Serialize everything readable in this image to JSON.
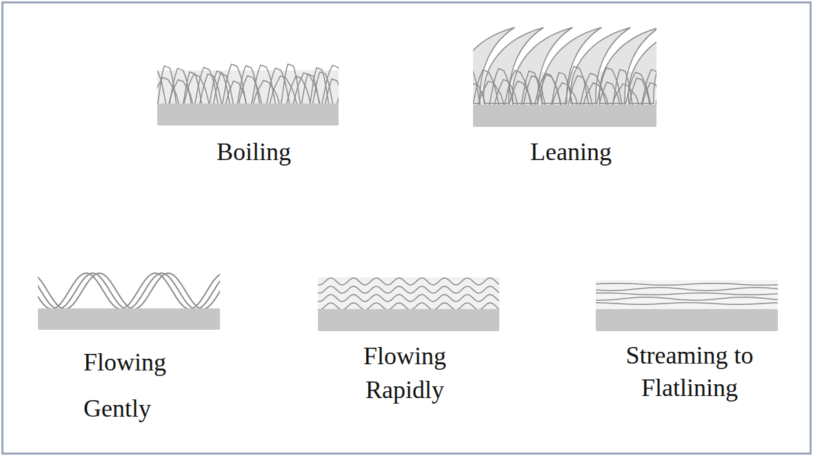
{
  "diagram": {
    "labels": [
      "Boiling",
      "Leaning",
      "Flowing Gently",
      "Flowing Rapidly",
      "Streaming to Flatlining"
    ]
  }
}
